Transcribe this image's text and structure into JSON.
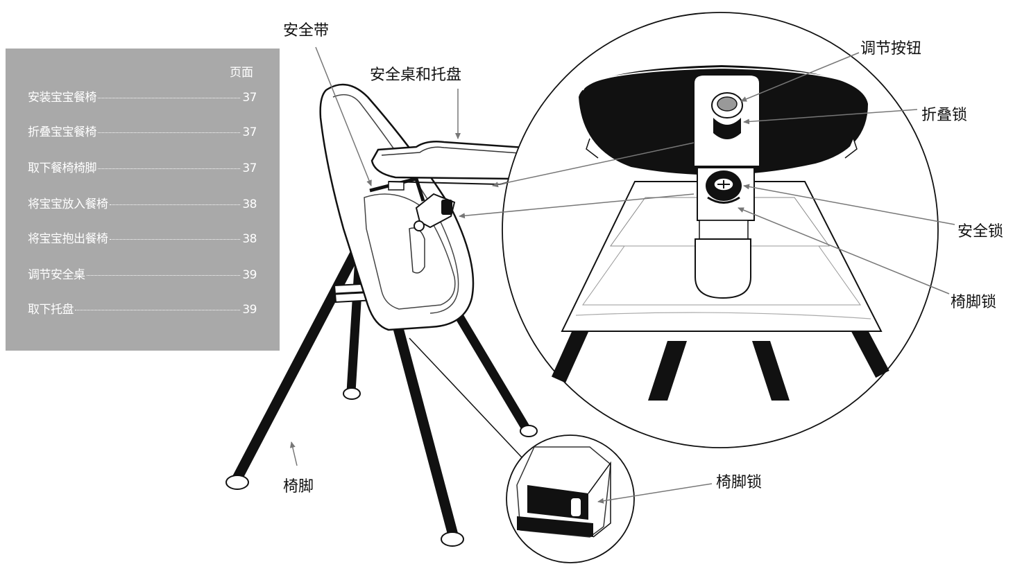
{
  "toc": {
    "header": "页面",
    "entries": [
      {
        "title": "安装宝宝餐椅",
        "page": "37"
      },
      {
        "title": "折叠宝宝餐椅",
        "page": "37"
      },
      {
        "title": "取下餐椅椅脚",
        "page": "37"
      },
      {
        "title": "将宝宝放入餐椅",
        "page": "38"
      },
      {
        "title": "将宝宝抱出餐椅",
        "page": "38"
      },
      {
        "title": "调节安全桌",
        "page": "39"
      },
      {
        "title": "取下托盘",
        "page": "39"
      }
    ]
  },
  "labels": {
    "harness": "安全带",
    "tray": "安全桌和托盘",
    "adjust_button": "调节按钮",
    "fold_lock": "折叠锁",
    "safety_lock": "安全锁",
    "leg_lock_top": "椅脚锁",
    "leg": "椅脚",
    "leg_lock_bottom": "椅脚锁"
  },
  "colors": {
    "panel": "#a9a9a9",
    "ink": "#111111"
  }
}
